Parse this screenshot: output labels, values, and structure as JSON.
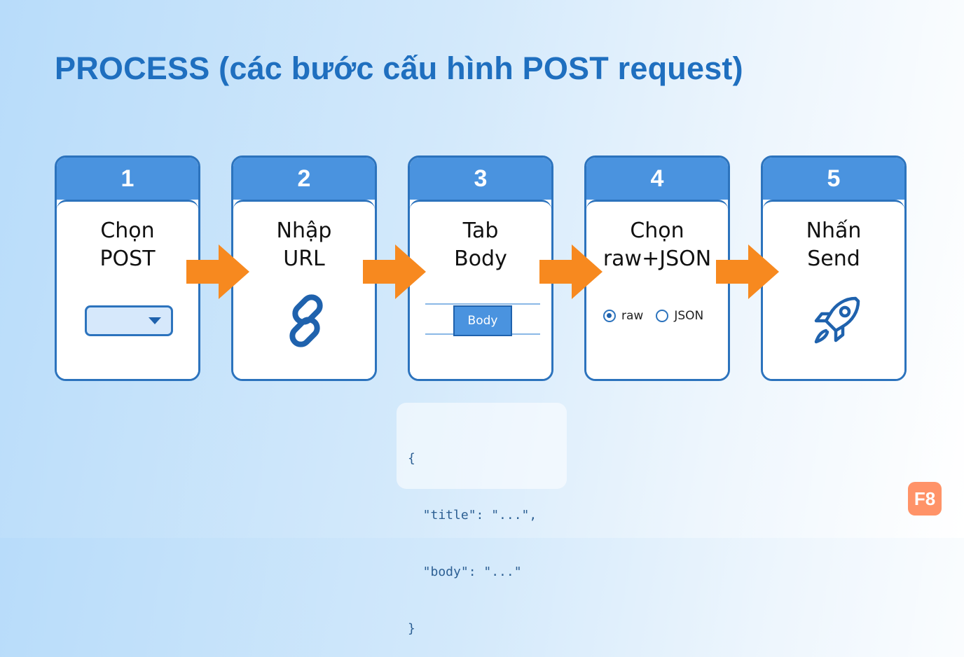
{
  "title": "PROCESS (các bước cấu hình POST request)",
  "steps": [
    {
      "number": "1",
      "line1": "Chọn",
      "line2": "POST",
      "visual": "dropdown-select"
    },
    {
      "number": "2",
      "line1": "Nhập",
      "line2": "URL",
      "visual": "link-icon"
    },
    {
      "number": "3",
      "line1": "Tab",
      "line2": "Body",
      "visual": "body-tab",
      "tab_label": "Body"
    },
    {
      "number": "4",
      "line1": "Chọn",
      "line2": "raw+JSON",
      "visual": "radio-options",
      "radio_raw": "raw",
      "radio_json": "JSON",
      "selected": "raw"
    },
    {
      "number": "5",
      "line1": "Nhấn",
      "line2": "Send",
      "visual": "rocket-icon"
    }
  ],
  "code_example": {
    "lines": [
      "{",
      "  \"title\": \"...\",",
      "  \"body\": \"...\"",
      "}"
    ]
  },
  "logo": {
    "text": "F8",
    "color": "#ff9368"
  },
  "colors": {
    "accent": "#4a93df",
    "border": "#2c73bd",
    "arrow": "#f7891f",
    "title": "#1f6fbf"
  }
}
